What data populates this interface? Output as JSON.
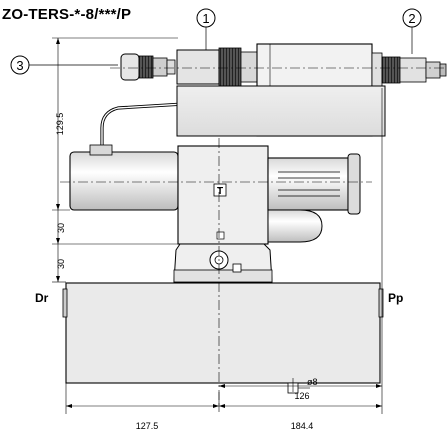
{
  "title": "ZO-TERS-*-8/***/P",
  "callouts": {
    "c1": "1",
    "c2": "2",
    "c3": "3"
  },
  "ports": {
    "drain": "Dr",
    "pressure": "Pp",
    "tank": "T"
  },
  "dimensions": {
    "height_upper": "129.5",
    "height_mid": "30",
    "height_lower": "30",
    "width_left": "127.5",
    "width_right": "184.4",
    "width_inner": "126",
    "bore": "ø8"
  }
}
